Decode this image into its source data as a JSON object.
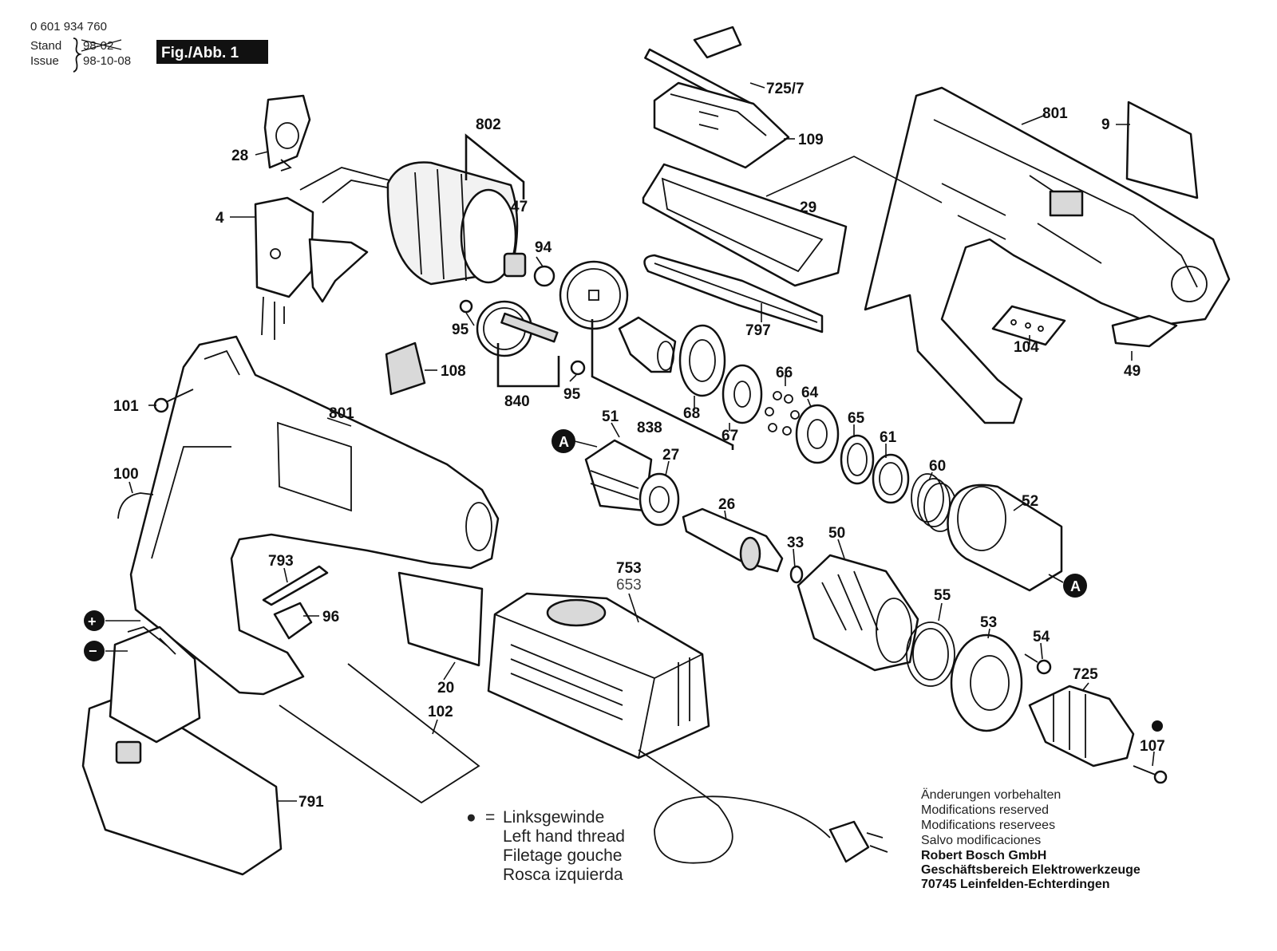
{
  "header": {
    "part_number": "0 601 934 760",
    "stand_label": "Stand",
    "stand_old": "98-02",
    "issue_label": "Issue",
    "issue_date": "98-10-08",
    "figure_label": "Fig./Abb. 1"
  },
  "labels": {
    "p725_7": "725/7",
    "p109": "109",
    "p29": "29",
    "p801_top": "801",
    "p9": "9",
    "p802": "802",
    "p47": "47",
    "p94": "94",
    "p28": "28",
    "p4": "4",
    "p95a": "95",
    "p95b": "95",
    "p108": "108",
    "p840": "840",
    "p797": "797",
    "p104": "104",
    "p49": "49",
    "p101": "101",
    "p801_main": "801",
    "p838": "838",
    "p68": "68",
    "p67": "67",
    "p66": "66",
    "p64": "64",
    "p65": "65",
    "p61": "61",
    "p60": "60",
    "p51": "51",
    "p27": "27",
    "p26": "26",
    "p52": "52",
    "p100": "100",
    "p33": "33",
    "p50": "50",
    "p793": "793",
    "p96": "96",
    "p753": "753",
    "p653": "653",
    "p55": "55",
    "p53": "53",
    "p54": "54",
    "p725": "725",
    "p20": "20",
    "p102": "102",
    "p107": "107",
    "p791": "791",
    "marker_a": "A",
    "plus": "+",
    "minus": "−"
  },
  "legend": {
    "dot": "●",
    "eq": "=",
    "lines": [
      "Linksgewinde",
      "Left hand thread",
      "Filetage gouche",
      "Rosca izquierda"
    ]
  },
  "notes": {
    "lines": [
      "Änderungen vorbehalten",
      "Modifications reserved",
      "Modifications reservees",
      "Salvo modificaciones"
    ],
    "bold_lines": [
      "Robert Bosch GmbH",
      "Geschäftsbereich Elektrowerkzeuge",
      "70745 Leinfelden-Echterdingen"
    ]
  }
}
